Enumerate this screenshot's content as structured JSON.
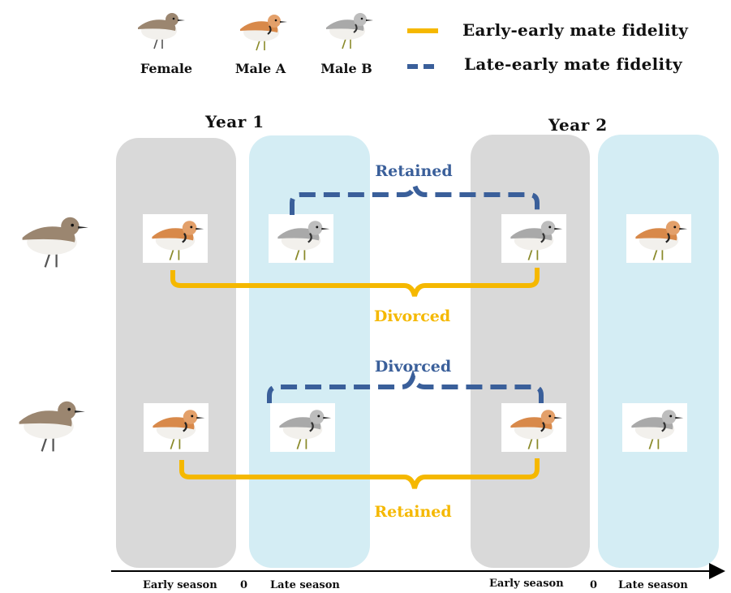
{
  "legend": {
    "birds": [
      {
        "label": "Female",
        "icon": "female-plover-icon"
      },
      {
        "label": "Male A",
        "icon": "male-a-plover-icon"
      },
      {
        "label": "Male B",
        "icon": "male-b-plover-icon"
      }
    ],
    "lines": [
      {
        "label": "Early-early mate fidelity",
        "style": "solid",
        "color": "#F5B800"
      },
      {
        "label": "Late-early mate fidelity",
        "style": "dashed",
        "color": "#3A5F9A"
      }
    ]
  },
  "years": {
    "year1": "Year 1",
    "year2": "Year 2"
  },
  "rows": [
    {
      "female_icon": "female-plover-icon",
      "birds": [
        "Male A",
        "Male B",
        "Male B",
        "Male A"
      ],
      "dashed_label": "Retained",
      "solid_label": "Divorced"
    },
    {
      "female_icon": "female-plover-icon",
      "birds": [
        "Male A",
        "Male B",
        "Male A",
        "Male B"
      ],
      "dashed_label": "Divorced",
      "solid_label": "Retained"
    }
  ],
  "axis": {
    "labels": [
      "Early season",
      "0",
      "Late season",
      "Early season",
      "0",
      "Late season"
    ]
  },
  "colors": {
    "gold": "#F5B800",
    "navy": "#3A5F9A",
    "gray_column": "#d9d9d9",
    "blue_column": "#d4edf4",
    "male_a_body": "#D8894A",
    "male_b_body": "#A9A9A9",
    "female_body": "#9B8670"
  }
}
